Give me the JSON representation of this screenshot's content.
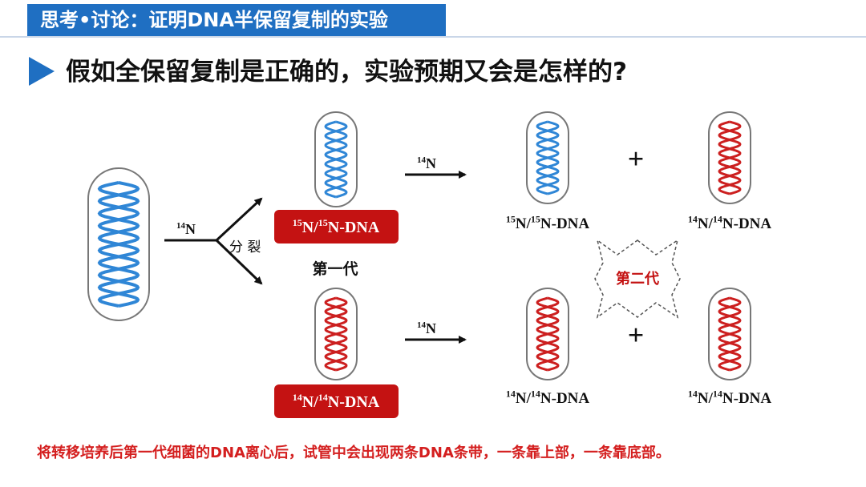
{
  "header": {
    "title": "思考•讨论：证明DNA半保留复制的实验",
    "question": "假如全保留复制是正确的，实验预期又会是怎样的?"
  },
  "diagram": {
    "parent_medium": "14N",
    "split_label": "分 裂",
    "gen1_label": "第一代",
    "gen1_top_label": "15N/15N-DNA",
    "gen1_bottom_label": "14N/14N-DNA",
    "medium_top": "14N",
    "medium_bottom": "14N",
    "gen2_label": "第二代",
    "gen2_top_left_label": "15N/15N-DNA",
    "gen2_top_right_label": "14N/14N-DNA",
    "gen2_bottom_left_label": "14N/14N-DNA",
    "gen2_bottom_right_label": "14N/14N-DNA",
    "plus_top": "+",
    "plus_bottom": "+"
  },
  "footnote": "将转移培养后第一代细菌的DNA离心后，试管中会出现两条DNA条带，一条靠上部，一条靠底部。",
  "colors": {
    "brand_blue": "#1f6fc2",
    "dna_blue": "#2f86d6",
    "dna_red": "#cc1f1f",
    "label_red_bg": "#c41212",
    "text_red": "#d41f1f"
  }
}
